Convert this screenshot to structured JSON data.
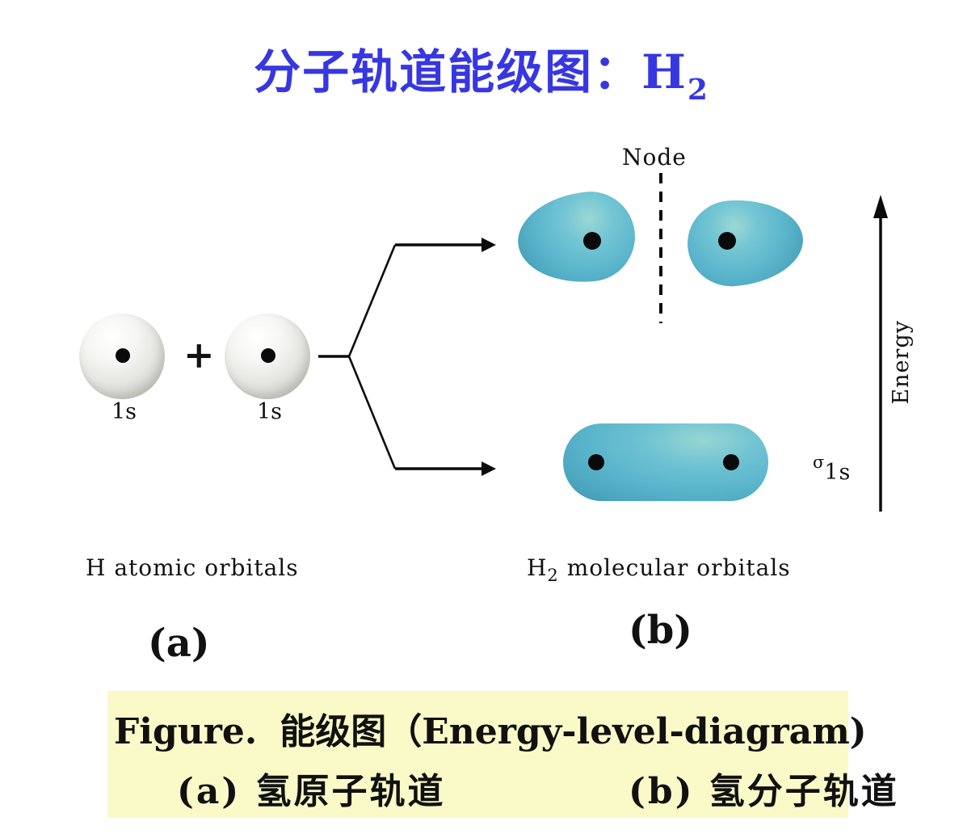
{
  "title": {
    "prefix": "分子轨道能级图：",
    "formula_base": "H",
    "formula_sub": "2"
  },
  "diagram": {
    "node_label": "Node",
    "plus_sign": "+",
    "orbital_1s_left": "1s",
    "orbital_1s_right": "1s",
    "sigma_base": "σ",
    "sigma_sub": "1s",
    "energy_label": "Energy",
    "atomic_caption": "H atomic orbitals",
    "molecular_caption_base": "H",
    "molecular_caption_sub": "2",
    "molecular_caption_rest": " molecular orbitals",
    "panel_a_label": "(a)",
    "panel_b_label": "(b)"
  },
  "caption": {
    "line1_figure": "Figure.",
    "line1_text": "能级图（Energy-level-diagram)",
    "line2_a": "(a) 氢原子轨道",
    "line2_b": "(b) 氢分子轨道"
  },
  "colors": {
    "title_blue": "#3737E2",
    "orbital_teal": "#5BB6CC",
    "caption_background": "#FAFAC8",
    "line_black": "#0a0a0a"
  }
}
